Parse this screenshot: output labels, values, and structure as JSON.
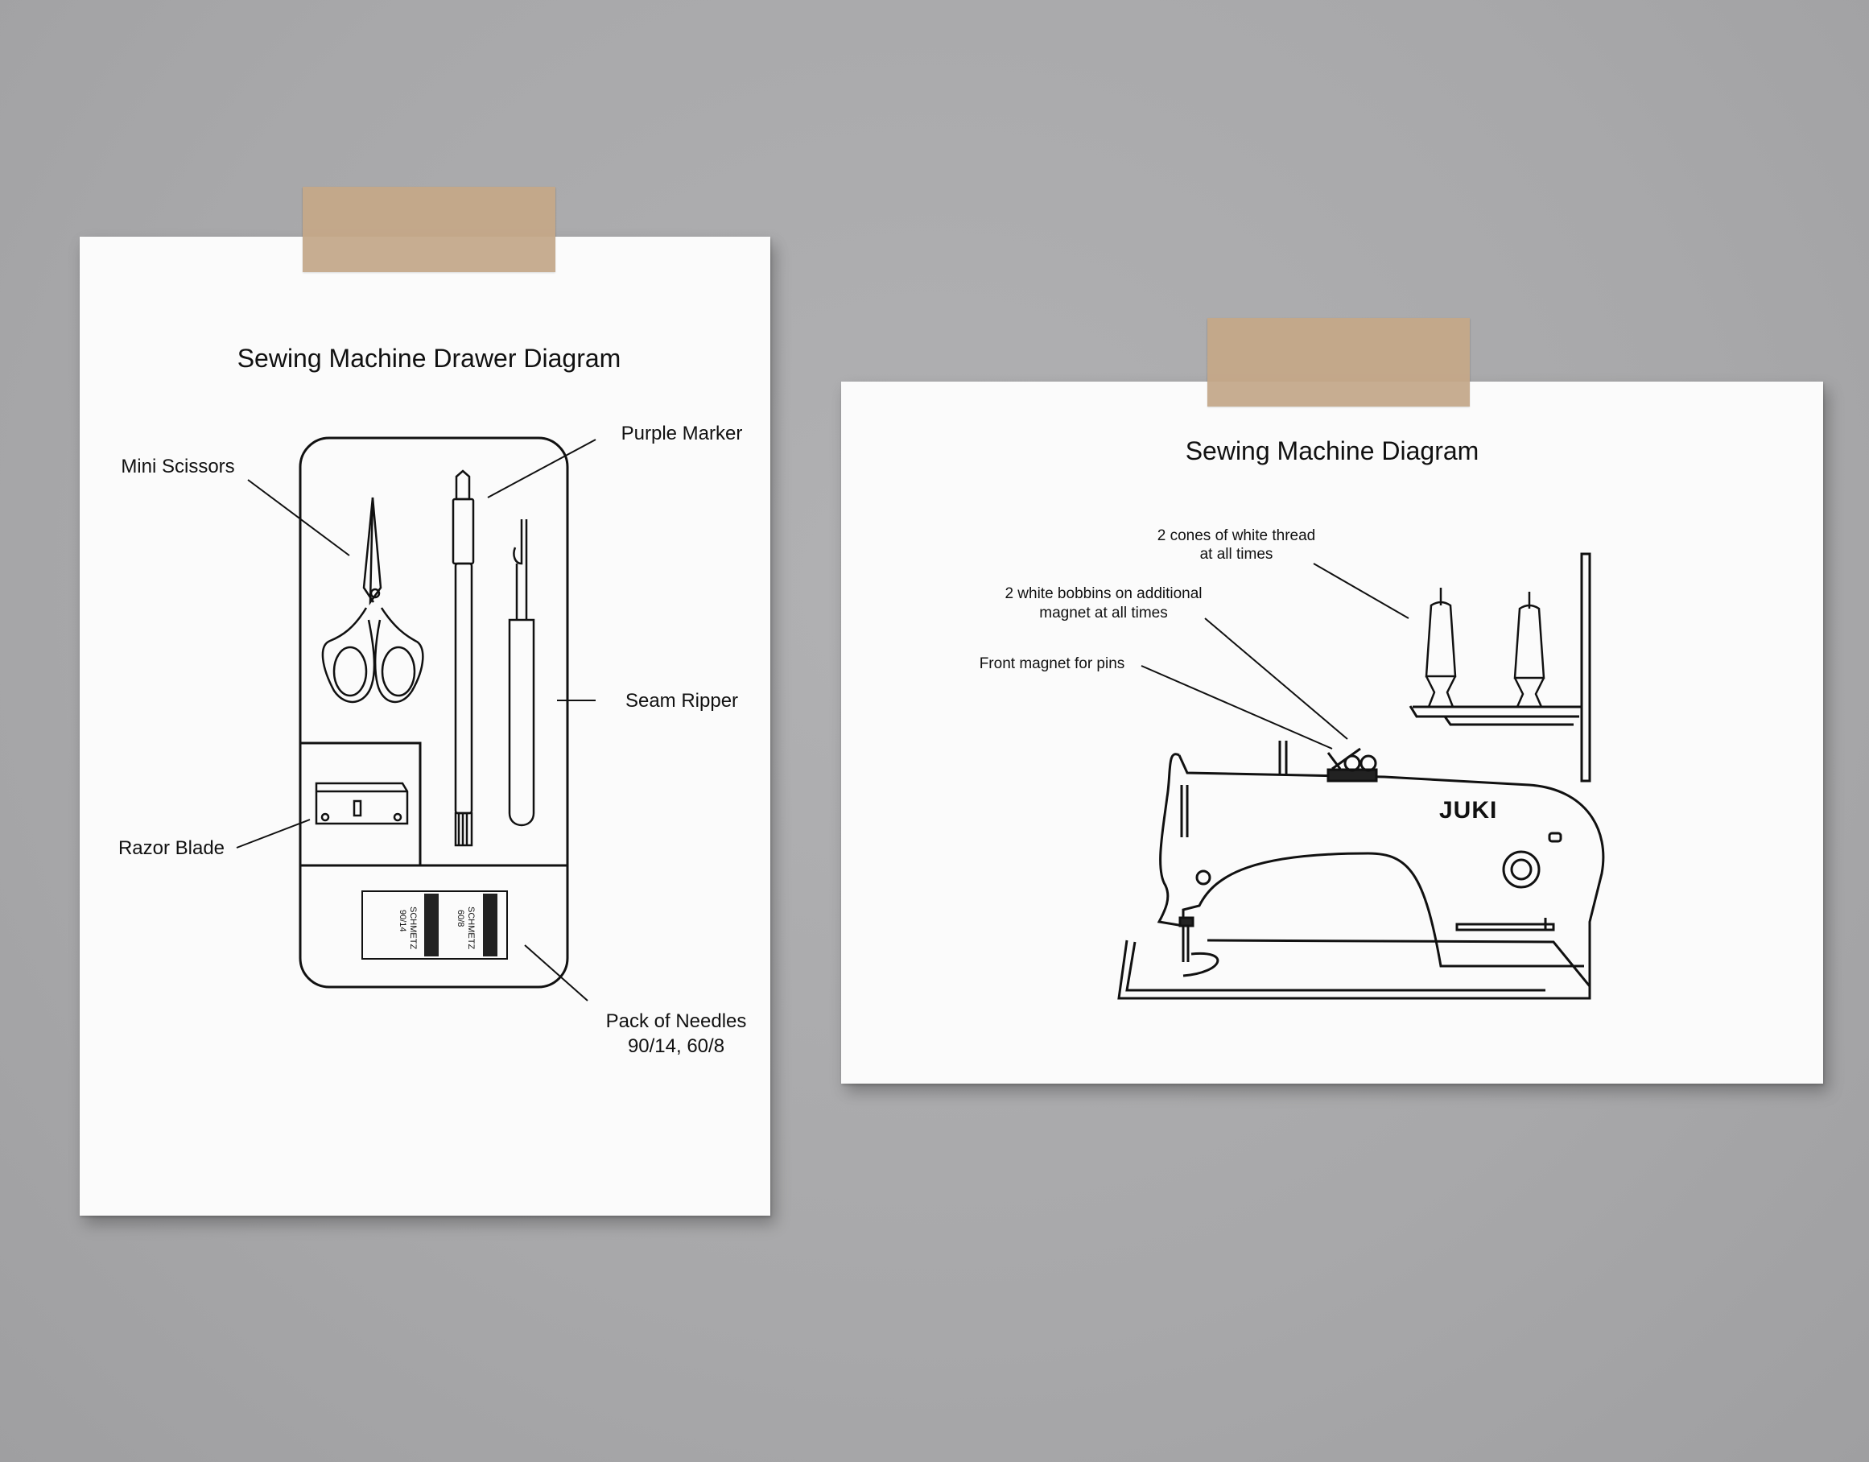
{
  "left_sheet": {
    "title": "Sewing Machine Drawer Diagram",
    "labels": {
      "mini_scissors": "Mini Scissors",
      "purple_marker": "Purple Marker",
      "seam_ripper": "Seam Ripper",
      "razor_blade": "Razor Blade",
      "needles_line1": "Pack of Needles",
      "needles_line2": "90/14, 60/8"
    },
    "needle_pack": {
      "left_line1": "SCHMETZ",
      "left_line2": "90/14",
      "right_line1": "SCHMETZ",
      "right_line2": "60/8"
    }
  },
  "right_sheet": {
    "title": "Sewing Machine Diagram",
    "labels": {
      "thread_line1": "2 cones of white thread",
      "thread_line2": "at all times",
      "bobbins_line1": "2 white bobbins on additional",
      "bobbins_line2": "magnet at all times",
      "magnet": "Front magnet for pins"
    },
    "brand": "JUKI"
  },
  "colors": {
    "wall": "#a9a9ab",
    "paper": "#fbfbfb",
    "tape": "#c4a88a",
    "ink": "#111111"
  }
}
